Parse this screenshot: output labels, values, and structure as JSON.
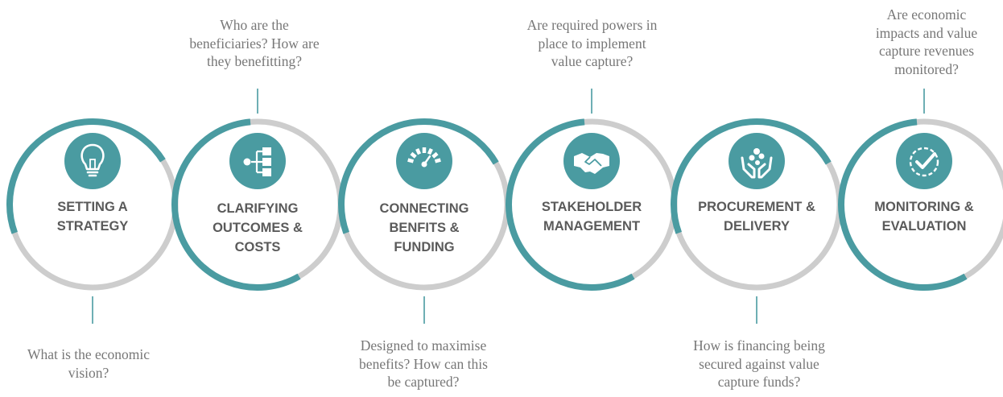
{
  "colors": {
    "teal": "#4a9ba1",
    "grey": "#cdcdcd",
    "label": "#5a5a5a",
    "question": "#777777"
  },
  "stages": [
    {
      "label": [
        "SETTING A",
        "STRATEGY"
      ],
      "icon": "lightbulb-icon",
      "question": "What is the economic\nvision?",
      "question_position": "bottom"
    },
    {
      "label": [
        "CLARIFYING",
        "OUTCOMES &",
        "COSTS"
      ],
      "icon": "hierarchy-icon",
      "question": "Who are the\nbeneficiaries? How are\nthey benefitting?",
      "question_position": "top"
    },
    {
      "label": [
        "CONNECTING",
        "BENFITS &",
        "FUNDING"
      ],
      "icon": "gauge-icon",
      "question": "Designed to maximise\nbenefits? How can this\nbe captured?",
      "question_position": "bottom"
    },
    {
      "label": [
        "STAKEHOLDER",
        "MANAGEMENT"
      ],
      "icon": "handshake-icon",
      "question": "Are required powers in\nplace to implement\nvalue capture?",
      "question_position": "top"
    },
    {
      "label": [
        "PROCUREMENT &",
        "DELIVERY"
      ],
      "icon": "hands-coins-icon",
      "question": "How is financing being\nsecured against value\ncapture funds?",
      "question_position": "bottom"
    },
    {
      "label": [
        "MONITORING &",
        "EVALUATION"
      ],
      "icon": "check-badge-icon",
      "question": "Are economic\nimpacts and value\ncapture revenues\nmonitored?",
      "question_position": "top"
    }
  ]
}
